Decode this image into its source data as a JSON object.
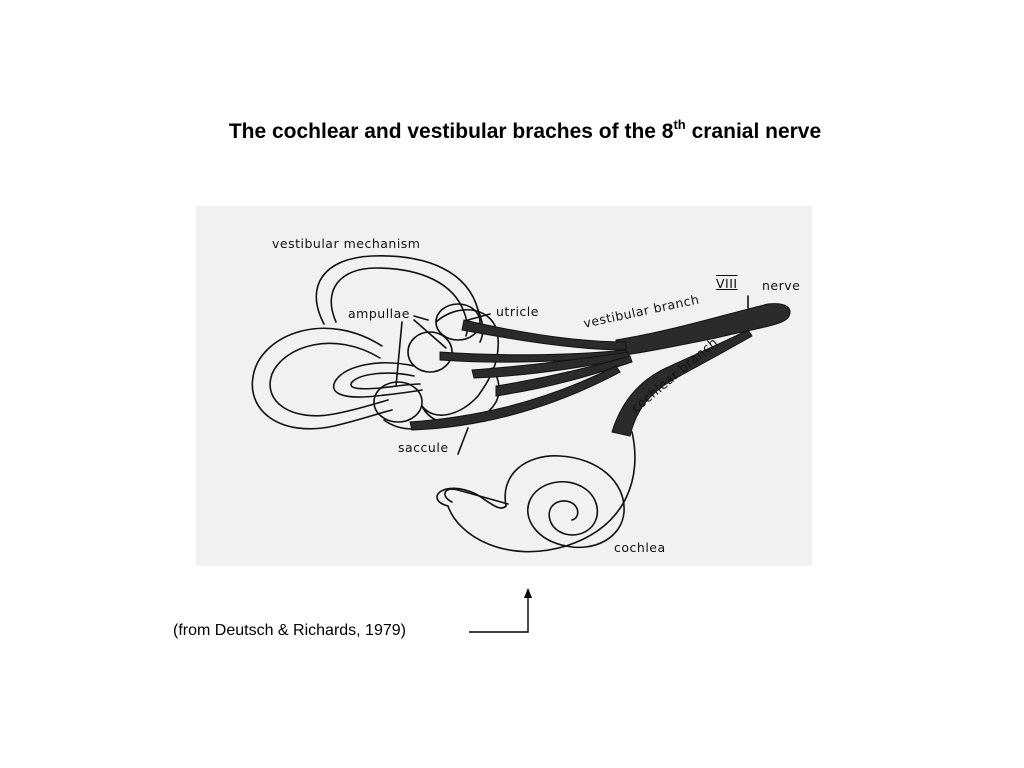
{
  "slide": {
    "title_main": "The cochlear and vestibular braches of the 8",
    "title_sup": "th",
    "title_end": " cranial nerve",
    "caption": "(from Deutsch & Richards, 1979)"
  },
  "diagram": {
    "labels": {
      "vestibular_mechanism": "vestibular mechanism",
      "ampullae": "ampullae",
      "utricle": "utricle",
      "viii": "VIII",
      "nerve": "nerve",
      "vestibular_branch": "vestibular branch",
      "cochlear_branch": "cochlear branch",
      "saccule": "saccule",
      "cochlea": "cochlea"
    }
  }
}
